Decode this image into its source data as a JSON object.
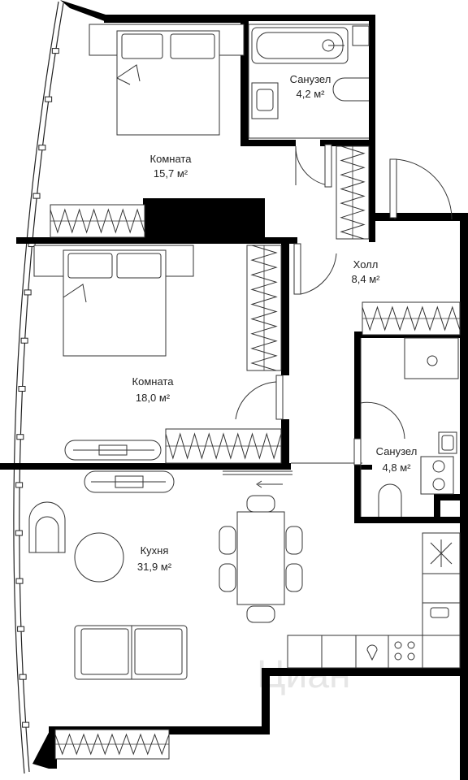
{
  "rooms": {
    "bedroom1": {
      "name": "Комната",
      "area": "15,7 м²"
    },
    "bathroom1": {
      "name": "Санузел",
      "area": "4,2 м²"
    },
    "hall": {
      "name": "Холл",
      "area": "8,4 м²"
    },
    "bedroom2": {
      "name": "Комната",
      "area": "18,0 м²"
    },
    "bathroom2": {
      "name": "Санузел",
      "area": "4,8 м²"
    },
    "kitchen": {
      "name": "Кухня",
      "area": "31,9 м²"
    }
  },
  "watermark": "Циан",
  "colors": {
    "wall": "#000000",
    "line": "#333333",
    "text": "#222222",
    "watermark": "#e6e6e6"
  }
}
